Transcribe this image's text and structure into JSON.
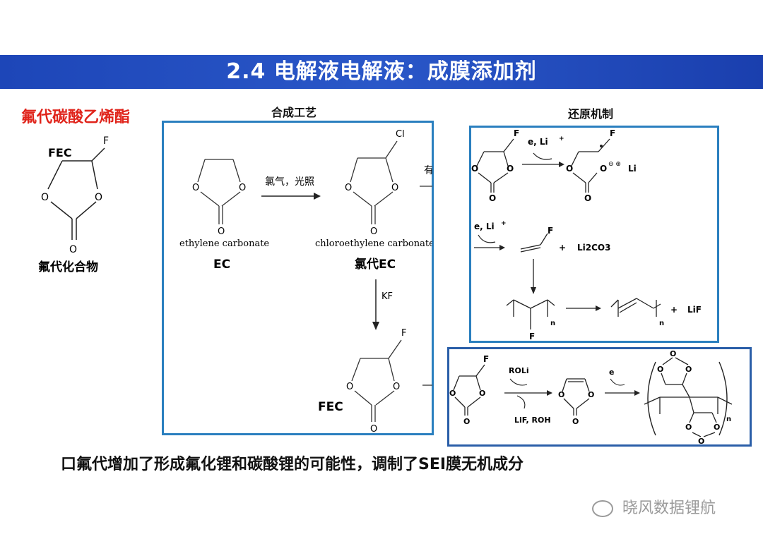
{
  "header": {
    "title": "2.4 电解液电解液：成膜添加剂"
  },
  "left": {
    "title": "氟代碳酸乙烯酯",
    "fec_label": "FEC",
    "atom_f": "F",
    "atom_o": "O",
    "caption": "氟代化合物"
  },
  "synthesis": {
    "heading": "合成工艺",
    "ec_name": "ethylene carbonate",
    "ec_short": "EC",
    "step1_reagent": "氯气，光照",
    "cl_atom": "Cl",
    "clec_name": "chloroethylene carbonate",
    "clec_short": "氯代EC",
    "step2_reagent": "KF",
    "fec_label": "FEC",
    "cut_char": "有"
  },
  "reduction": {
    "heading": "还原机制",
    "reagent_e_li": "e, Li",
    "plus_li": "Li",
    "li2co3": "Li2CO3",
    "plus": "+",
    "lif": "LiF",
    "sub_n": "n"
  },
  "roli_panel": {
    "roli": "ROLi",
    "byproducts": "LiF, ROH",
    "e": "e",
    "sub_n": "n"
  },
  "bottom": {
    "text": "口氟代增加了形成氟化锂和碳酸锂的可能性，调制了SEI膜无机成分"
  },
  "watermark": {
    "text": "晓风数据锂航"
  }
}
